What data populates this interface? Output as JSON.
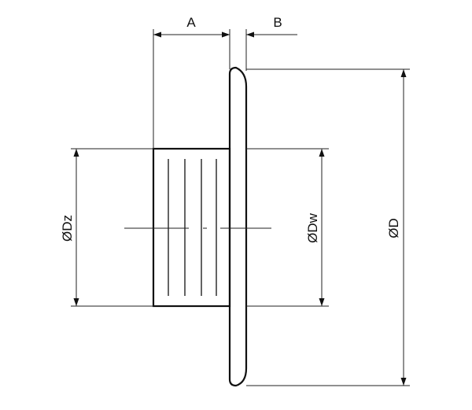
{
  "labels": {
    "a": "A",
    "b": "B",
    "dz": "ØDz",
    "dw": "ØDw",
    "d": "ØD"
  },
  "colors": {
    "line": "#111111",
    "background": "#ffffff"
  }
}
